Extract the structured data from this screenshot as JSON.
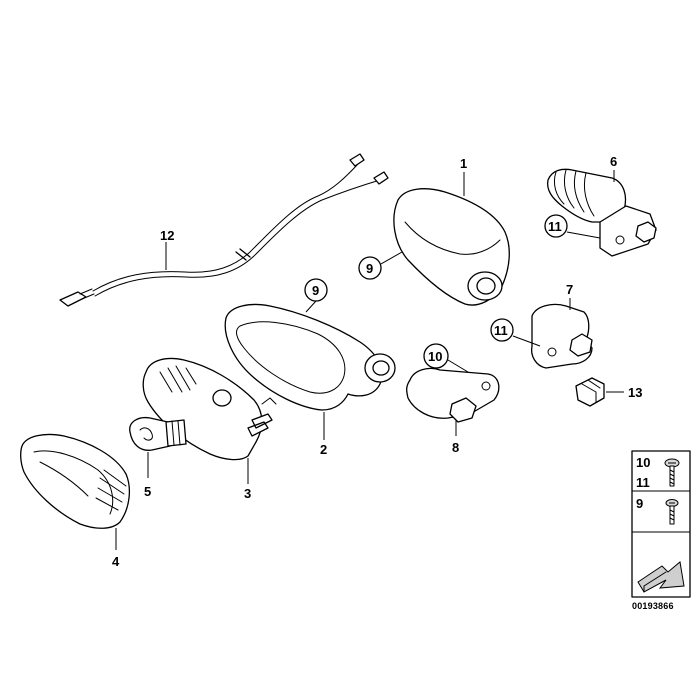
{
  "labels": {
    "p1": "1",
    "p2": "2",
    "p3": "3",
    "p4": "4",
    "p5": "5",
    "p6": "6",
    "p7": "7",
    "p8": "8",
    "p9a": "9",
    "p9b": "9",
    "p10": "10",
    "p11a": "11",
    "p11b": "11",
    "p12": "12",
    "p13": "13"
  },
  "legend": {
    "row1_top": "10",
    "row1_bottom": "11",
    "row2": "9"
  },
  "doc_id": "00193866"
}
